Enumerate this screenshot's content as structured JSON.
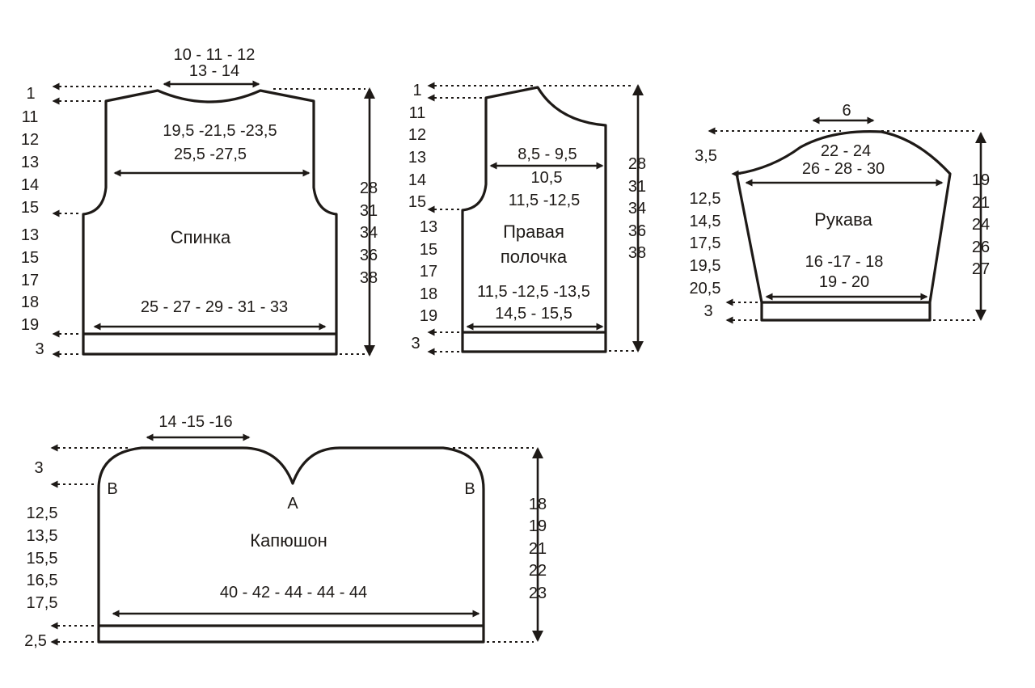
{
  "pieces": {
    "back": {
      "title": "Спинка",
      "neck_width": [
        "10 - 11 - 12",
        "13 - 14"
      ],
      "chest_width": [
        "19,5 -21,5 -23,5",
        "25,5 -27,5"
      ],
      "bottom_width": "25 - 27 - 29 - 31 - 33",
      "left_heights": [
        "1",
        "11",
        "12",
        "13",
        "14",
        "15",
        "13",
        "15",
        "17",
        "18",
        "19",
        "3"
      ],
      "total_height": [
        "28",
        "31",
        "34",
        "36",
        "38"
      ]
    },
    "front": {
      "title": [
        "Правая",
        "полочка"
      ],
      "chest_width": [
        "8,5 - 9,5",
        "10,5",
        "11,5 -12,5"
      ],
      "bottom_width": [
        "11,5 -12,5 -13,5",
        "14,5 - 15,5"
      ],
      "left_heights": [
        "1",
        "11",
        "12",
        "13",
        "14",
        "15",
        "13",
        "15",
        "17",
        "18",
        "19",
        "3"
      ],
      "total_height": [
        "28",
        "31",
        "34",
        "36",
        "38"
      ]
    },
    "sleeve": {
      "title": "Рукава",
      "top_width": "6",
      "upper_width": [
        "22 - 24",
        "26 - 28 - 30"
      ],
      "lower_width": [
        "16 -17 - 18",
        "19 - 20"
      ],
      "left_heights": [
        "3,5",
        "12,5",
        "14,5",
        "17,5",
        "19,5",
        "20,5",
        "3"
      ],
      "total_height": [
        "19",
        "21",
        "24",
        "26",
        "27"
      ]
    },
    "hood": {
      "title": "Капюшон",
      "top_width": "14 -15 -16",
      "point_a": "А",
      "point_b": "В",
      "bottom_width": "40 - 42 - 44 - 44 - 44",
      "left_heights": [
        "3",
        "12,5",
        "13,5",
        "15,5",
        "16,5",
        "17,5",
        "2,5"
      ],
      "total_height": [
        "18",
        "19",
        "21",
        "22",
        "23"
      ]
    }
  }
}
